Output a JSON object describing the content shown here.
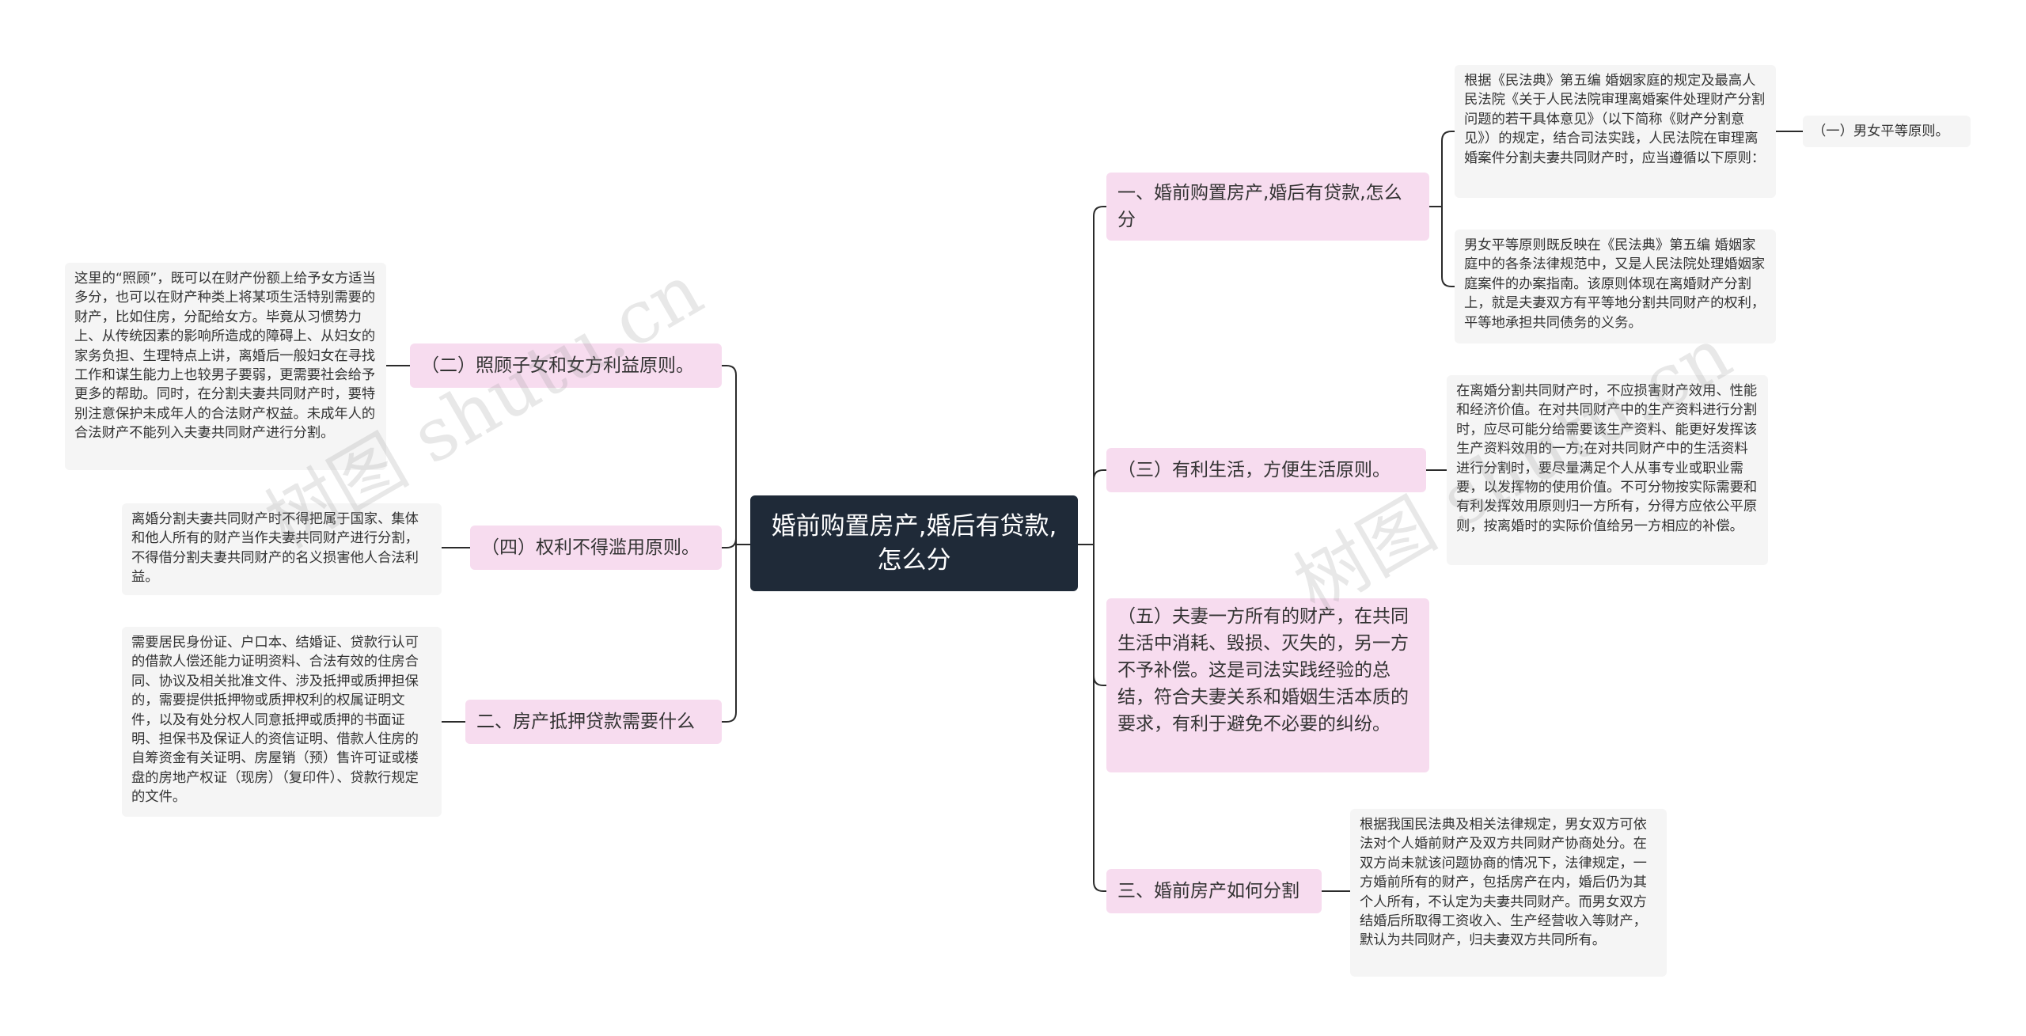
{
  "root": {
    "label": "婚前购置房产,婚后有贷款,怎么分"
  },
  "right": {
    "b1": {
      "label": "一、婚前购置房产,婚后有贷款,怎么分"
    },
    "b1_leaf1": {
      "text": "根据《民法典》第五编 婚姻家庭的规定及最高人民法院《关于人民法院审理离婚案件处理财产分割问题的若干具体意见》（以下简称《财产分割意见》）的规定，结合司法实践，人民法院在审理离婚案件分割夫妻共同财产时，应当遵循以下原则："
    },
    "b1_leaf1_child": {
      "text": "（一）男女平等原则。"
    },
    "b1_leaf2": {
      "text": "男女平等原则既反映在《民法典》第五编 婚姻家庭中的各条法律规范中，又是人民法院处理婚姻家庭案件的办案指南。该原则体现在离婚财产分割上，就是夫妻双方有平等地分割共同财产的权利，平等地承担共同债务的义务。"
    },
    "b2": {
      "label": "（三）有利生活，方便生活原则。"
    },
    "b2_leaf": {
      "text": "在离婚分割共同财产时，不应损害财产效用、性能和经济价值。在对共同财产中的生产资料进行分割时，应尽可能分给需要该生产资料、能更好发挥该生产资料效用的一方;在对共同财产中的生活资料进行分割时，要尽量满足个人从事专业或职业需要，以发挥物的使用价值。不可分物按实际需要和有利发挥效用原则归一方所有，分得方应依公平原则，按离婚时的实际价值给另一方相应的补偿。"
    },
    "b3": {
      "label": "（五）夫妻一方所有的财产，在共同生活中消耗、毁损、灭失的，另一方不予补偿。这是司法实践经验的总结，符合夫妻关系和婚姻生活本质的要求，有利于避免不必要的纠纷。"
    },
    "b4": {
      "label": "三、婚前房产如何分割"
    },
    "b4_leaf": {
      "text": "根据我国民法典及相关法律规定，男女双方可依法对个人婚前财产及双方共同财产协商处分。在双方尚未就该问题协商的情况下，法律规定，一方婚前所有的财产，包括房产在内，婚后仍为其个人所有，不认定为夫妻共同财产。而男女双方结婚后所取得工资收入、生产经营收入等财产，默认为共同财产，归夫妻双方共同所有。"
    }
  },
  "left": {
    "b1": {
      "label": "（二）照顾子女和女方利益原则。"
    },
    "b1_leaf": {
      "text": "这里的“照顾”，既可以在财产份额上给予女方适当多分，也可以在财产种类上将某项生活特别需要的财产，比如住房，分配给女方。毕竟从习惯势力上、从传统因素的影响所造成的障碍上、从妇女的家务负担、生理特点上讲，离婚后一般妇女在寻找工作和谋生能力上也较男子要弱，更需要社会给予更多的帮助。同时，在分割夫妻共同财产时，要特别注意保护未成年人的合法财产权益。未成年人的合法财产不能列入夫妻共同财产进行分割。"
    },
    "b2": {
      "label": "（四）权利不得滥用原则。"
    },
    "b2_leaf": {
      "text": "离婚分割夫妻共同财产时不得把属于国家、集体和他人所有的财产当作夫妻共同财产进行分割，不得借分割夫妻共同财产的名义损害他人合法利益。"
    },
    "b3": {
      "label": "二、房产抵押贷款需要什么"
    },
    "b3_leaf": {
      "text": "需要居民身份证、户口本、结婚证、贷款行认可的借款人偿还能力证明资料、合法有效的住房合同、协议及相关批准文件、涉及抵押或质押担保的，需要提供抵押物或质押权利的权属证明文件，以及有处分权人同意抵押或质押的书面证明、担保书及保证人的资信证明、借款人住房的自筹资金有关证明、房屋销（预）售许可证或楼盘的房地产权证（现房）（复印件）、贷款行规定的文件。"
    }
  },
  "watermarks": [
    "树图 shutu.cn",
    "树图 shutu.cn"
  ],
  "colors": {
    "root_bg": "#1f2a38",
    "branch_bg": "#f7dcef",
    "leaf_bg": "#f5f5f5",
    "line": "#2b2b2b"
  }
}
